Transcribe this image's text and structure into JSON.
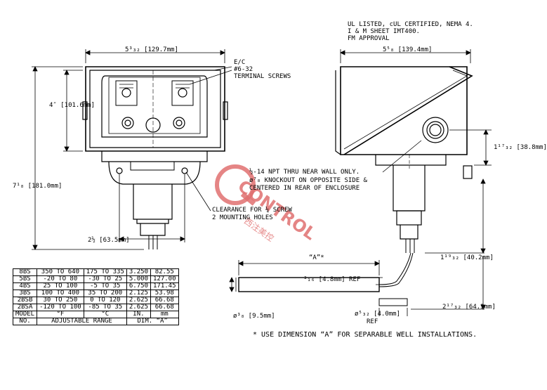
{
  "notes": {
    "ul_line1": "UL LISTED, cUL CERTIFIED, NEMA 4.",
    "ul_line2": "I & M SHEET IMT400.",
    "ul_line3": "FM APPROVAL"
  },
  "dimensions": {
    "width_front": "5³₃₂ [129.7mm]",
    "width_side": "5⁵₈ [139.4mm]",
    "height_box": "4″ [101.6mm]",
    "height_total": "7¹₈ [181.0mm]",
    "mount_spacing": "2½ [63.5mm]",
    "port_height": "1¹⁷₃₂ [38.8mm]",
    "stem_height": "1¹⁹₃₂ [40.2mm]",
    "well_length": "2¹⁷₃₂ [64.3mm]",
    "bulb_a": "“A”*",
    "bulb_ref": "³₁₆ [4.8mm] REF",
    "bulb_dia": "ø³₈ [9.5mm]",
    "cap_dia": "ø⁵₃₂ [4.0mm]",
    "cap_ref": "REF"
  },
  "callouts": {
    "terminal_1": "E/C",
    "terminal_2": "#6-32",
    "terminal_3": "TERMINAL SCREWS",
    "npt_1": "½-14 NPT THRU NEAR WALL ONLY.",
    "npt_2": "ø⁷₈ KNOCKOUT ON OPPOSITE SIDE &",
    "npt_3": "CENTERED IN REAR OF ENCLOSURE",
    "clear_1": "CLEARANCE FOR ¼ SCREW",
    "clear_2": "2 MOUNTING HOLES",
    "footnote": "* USE DIMENSION “A” FOR SEPARABLE WELL INSTALLATIONS."
  },
  "table": {
    "rows": [
      [
        "8BS",
        "350 TO 640",
        "175 TO 335",
        "3.250",
        "82.55"
      ],
      [
        "5BS",
        "-20 TO 80",
        "-30 TO 25",
        "5.000",
        "127.00"
      ],
      [
        "4BS",
        "25 TO 100",
        "-5 TO 35",
        "6.750",
        "171.45"
      ],
      [
        "3BS",
        "100 TO 400",
        "35 TO 200",
        "2.125",
        "53.98"
      ],
      [
        "2BSB",
        "30 TO 250",
        "0 TO 120",
        "2.625",
        "66.68"
      ],
      [
        "2BSA",
        "-120 TO 100",
        "-85 TO 35",
        "2.625",
        "66.68"
      ]
    ],
    "header_model": "MODEL",
    "header_no": "NO.",
    "header_f": "°F",
    "header_c": "°C",
    "header_in": "IN.",
    "header_mm": "mm",
    "header_range": "ADJUSTABLE RANGE",
    "header_dim": "DIM. “A”"
  },
  "watermark": {
    "text": "CONTROL",
    "cn": "西注美控"
  }
}
